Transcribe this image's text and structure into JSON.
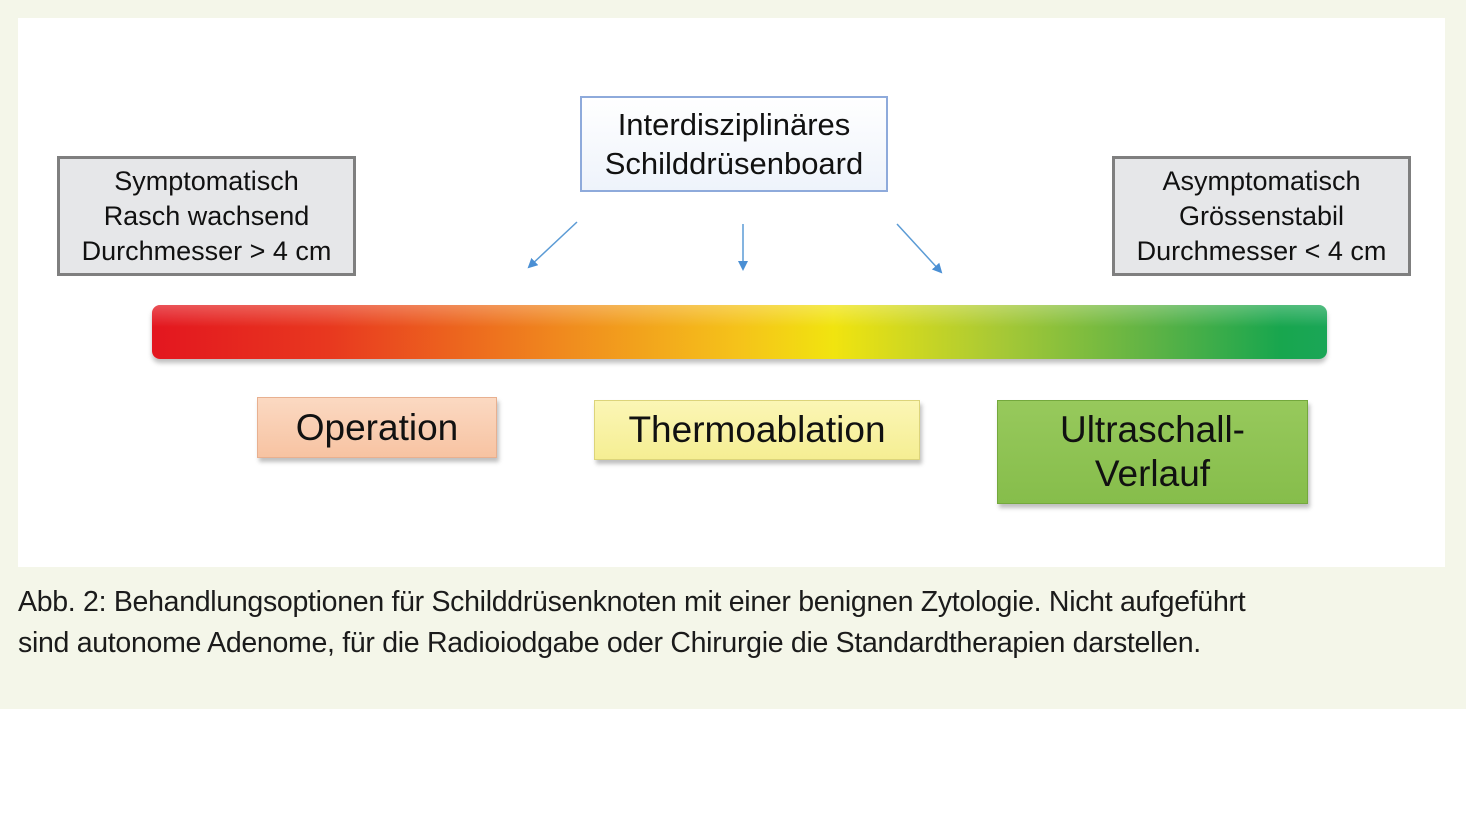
{
  "diagram": {
    "left_box": {
      "lines": [
        "Symptomatisch",
        "Rasch wachsend",
        "Durchmesser > 4 cm"
      ]
    },
    "center_box": {
      "lines": [
        "Interdisziplinäres",
        "Schilddrüsenboard"
      ]
    },
    "right_box": {
      "lines": [
        "Asymptomatisch",
        "Grössenstabil",
        "Durchmesser < 4 cm"
      ]
    },
    "options": [
      {
        "lines": [
          "Operation"
        ],
        "color": "#f8c9ab"
      },
      {
        "lines": [
          "Thermoablation"
        ],
        "color": "#f8f2a0"
      },
      {
        "lines": [
          "Ultraschall-",
          "Verlauf"
        ],
        "color": "#8cc152"
      }
    ],
    "gradient_colors": [
      "#e3161f",
      "#f08a1e",
      "#f1e40f",
      "#18a64e"
    ]
  },
  "caption": {
    "line1": "Abb. 2: Behandlungsoptionen für Schilddrüsenknoten mit einer benignen Zytologie. Nicht aufgeführt",
    "line2": "sind autonome Adenome, für die Radioiodgabe oder Chirurgie die Standardtherapien darstellen."
  }
}
